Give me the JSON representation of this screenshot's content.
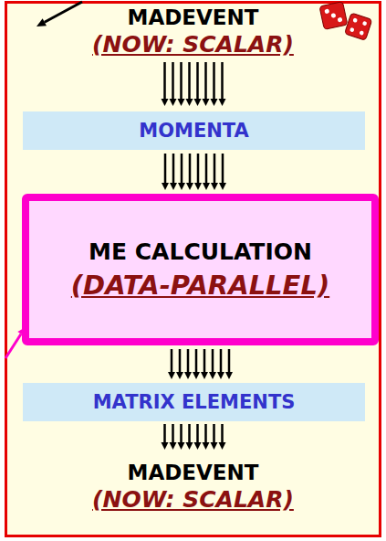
{
  "diagram": {
    "nodes": [
      {
        "text": [
          "MADEVENT",
          "(NOW: SCALAR)",
          "MADEVENT",
          "(NOW: SCALAR)"
        ]
      },
      {
        "text": [
          "MOMENTA"
        ],
        "in": 0
      },
      {
        "text": [
          "ME CALCULATION",
          "(DATA-PARALLEL)"
        ],
        "in": 0
      },
      {
        "text": [
          "MATRIX ELEMENTS"
        ],
        "in": 0
      }
    ],
    "edges": [
      {
        "from": 1,
        "to": 2,
        "arrow": "to"
      },
      {
        "from": 2,
        "to": 3,
        "arrow": "to"
      }
    ]
  }
}
